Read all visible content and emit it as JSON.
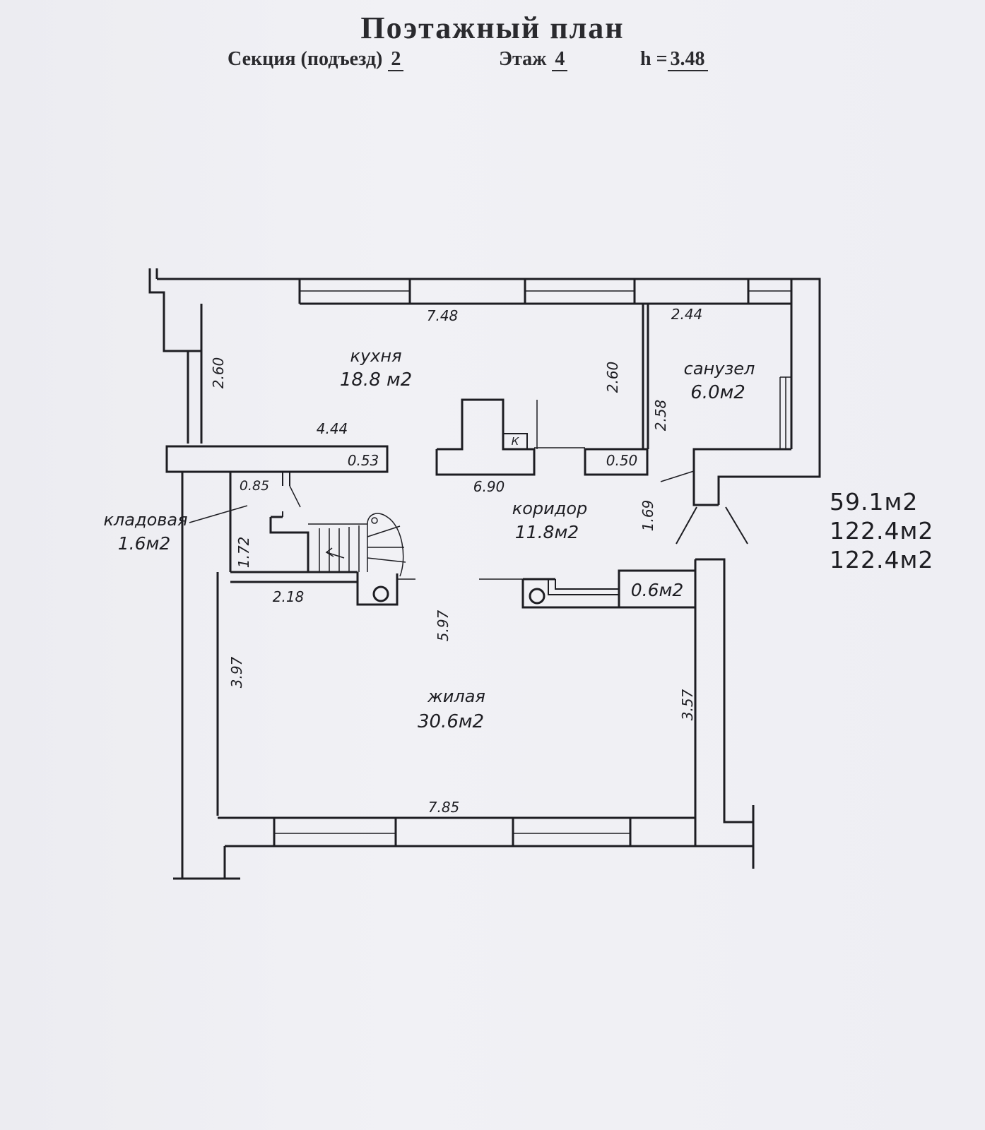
{
  "title": "Поэтажный план",
  "section": {
    "label": "Секция (подъезд)",
    "value": "2"
  },
  "floor": {
    "label": "Этаж",
    "value": "4"
  },
  "height": {
    "label": "h =",
    "value": "3.48"
  },
  "rooms": {
    "kitchen": {
      "name": "кухня",
      "area": "18.8 м2"
    },
    "bathroom": {
      "name": "санузел",
      "area": "6.0м2"
    },
    "pantry": {
      "name": "кладовая",
      "area": "1.6м2"
    },
    "corridor": {
      "name": "коридор",
      "area": "11.8м2"
    },
    "living": {
      "name": "жилая",
      "area": "30.6м2"
    },
    "closet": {
      "area": "0.6м2"
    }
  },
  "dimensions": {
    "kitchen_width": "7.48",
    "bath_width": "2.44",
    "kitchen_left_height": "2.60",
    "kitchen_right_height": "2.60",
    "bath_height": "2.58",
    "kitchen_bottom": "4.44",
    "wall_053": "0.53",
    "wall_050": "0.50",
    "corridor_690": "6.90",
    "pantry_085": "0.85",
    "pantry_172": "1.72",
    "corridor_169": "1.69",
    "stair_218": "2.18",
    "living_597": "5.97",
    "living_397": "3.97",
    "living_357": "3.57",
    "living_width": "7.85"
  },
  "chimney_mark": "К",
  "totals": [
    "59.1м2",
    "122.4м2",
    "122.4м2"
  ]
}
